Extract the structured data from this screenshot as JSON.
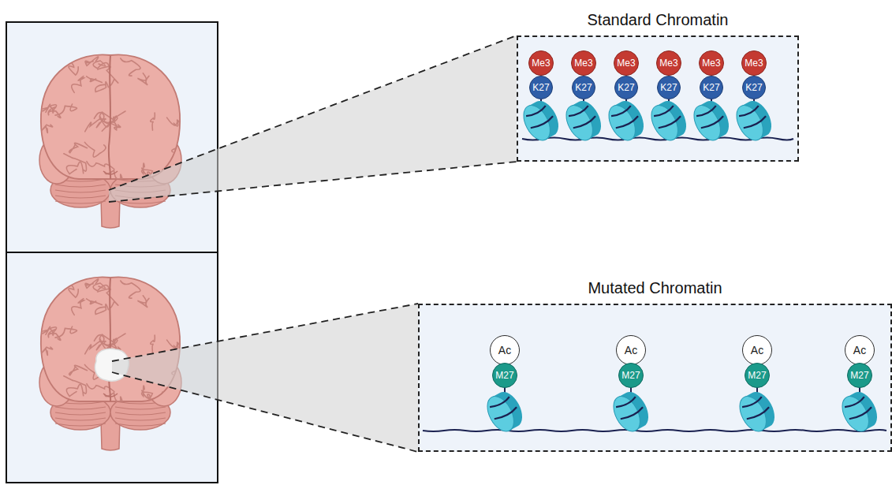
{
  "diagram": {
    "nodes": [
      {
        "text": [
          "Standard Chromatin"
        ]
      },
      {
        "text": [
          "Me3"
        ],
        "in": 0
      },
      {
        "text": [
          "K27"
        ],
        "in": 0
      },
      {
        "text": [
          "Me3"
        ],
        "in": 0
      },
      {
        "text": [
          "K27"
        ],
        "in": 0
      },
      {
        "text": [
          "Me3"
        ],
        "in": 0
      },
      {
        "text": [
          "K27"
        ],
        "in": 0
      },
      {
        "text": [
          "Me3"
        ],
        "in": 0
      },
      {
        "text": [
          "K27"
        ],
        "in": 0
      },
      {
        "text": [
          "Me3"
        ],
        "in": 0
      },
      {
        "text": [
          "K27"
        ],
        "in": 0
      },
      {
        "text": [
          "Me3"
        ],
        "in": 0
      },
      {
        "text": [
          "K27"
        ],
        "in": 0
      },
      {
        "text": [
          "Mutated Chromatin"
        ]
      },
      {
        "text": [
          "Ac"
        ],
        "in": 13
      },
      {
        "text": [
          "M27"
        ],
        "in": 13
      },
      {
        "text": [
          "Ac"
        ],
        "in": 13
      },
      {
        "text": [
          "M27"
        ],
        "in": 13
      },
      {
        "text": [
          "Ac"
        ],
        "in": 13
      },
      {
        "text": [
          "M27"
        ],
        "in": 13
      },
      {
        "text": [
          "Ac"
        ],
        "in": 13
      },
      {
        "text": [
          "M27"
        ],
        "in": 13
      }
    ]
  }
}
